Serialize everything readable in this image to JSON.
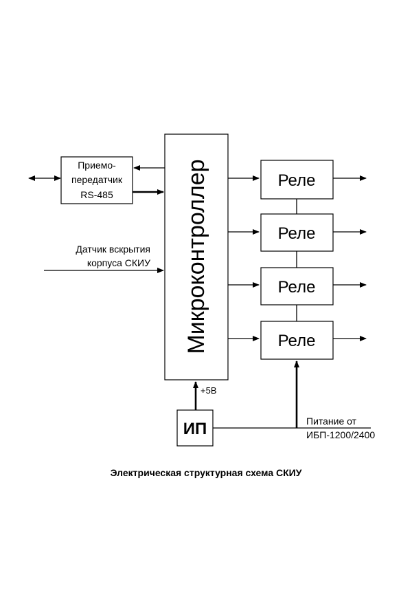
{
  "diagram": {
    "microcontroller_label": "Микроконтроллер",
    "transceiver_label_lines": [
      "Приемо-",
      "передатчик",
      "RS-485"
    ],
    "sensor_label_lines": [
      "Датчик вскрытия",
      "корпуса СКИУ"
    ],
    "relays": [
      {
        "label": "Реле"
      },
      {
        "label": "Реле"
      },
      {
        "label": "Реле"
      },
      {
        "label": "Реле"
      }
    ],
    "power_supply_label": "ИП",
    "voltage_label": "+5В",
    "power_source_label_lines": [
      "Питание от",
      "ИБП-1200/2400"
    ],
    "caption": "Электрическая структурная схема СКИУ"
  }
}
